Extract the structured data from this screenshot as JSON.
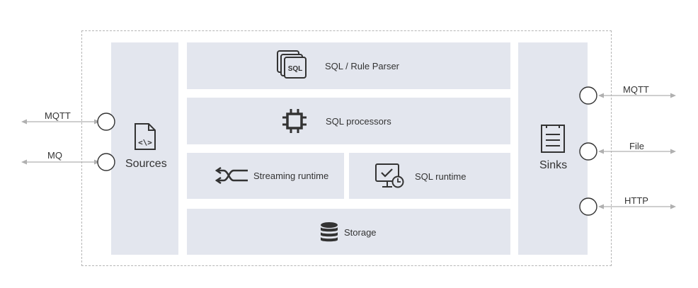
{
  "sources": {
    "label": "Sources",
    "icon": "code-file-icon"
  },
  "sinks": {
    "label": "Sinks",
    "icon": "list-document-icon"
  },
  "layers": {
    "parser": {
      "label": "SQL / Rule Parser",
      "icon": "sql-stack-icon"
    },
    "processors": {
      "label": "SQL processors",
      "icon": "chip-icon"
    },
    "streaming": {
      "label": "Streaming runtime",
      "icon": "shuffle-icon"
    },
    "sqlruntime": {
      "label": "SQL runtime",
      "icon": "monitor-check-icon"
    },
    "storage": {
      "label": "Storage",
      "icon": "database-icon"
    }
  },
  "inputs": [
    {
      "label": "MQTT"
    },
    {
      "label": "MQ"
    }
  ],
  "outputs": [
    {
      "label": "MQTT"
    },
    {
      "label": "File"
    },
    {
      "label": "HTTP"
    }
  ],
  "colors": {
    "panel": "#e3e6ee",
    "line": "#b5b5b5",
    "icon": "#333333"
  }
}
